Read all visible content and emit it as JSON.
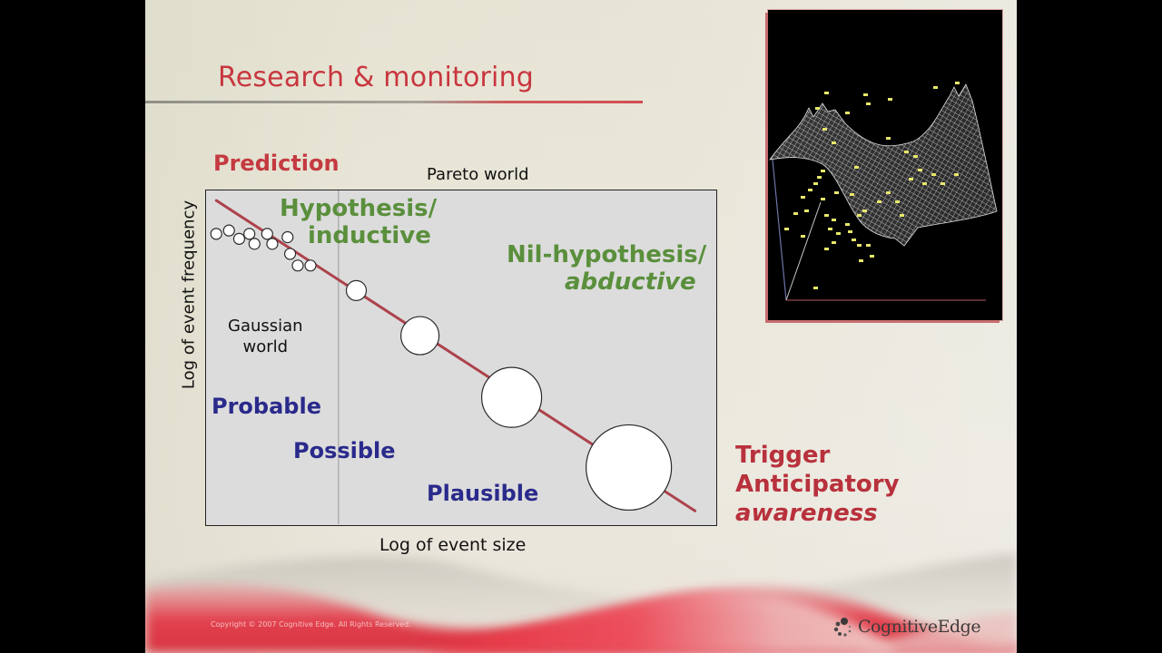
{
  "slide": {
    "title": "Research & monitoring",
    "heading_left": "Prediction",
    "heading_chart": "Pareto world",
    "side_callout": [
      "Trigger",
      "Anticipatory",
      "awareness"
    ],
    "footer": {
      "copyright": "Copyright © 2007 Cognitive Edge. All Rights Reserved.",
      "logo_text": "CognitiveEdge"
    },
    "colors": {
      "title_red": "#c8363f",
      "callout_red": "#b8313c",
      "green": "#5a8f3c",
      "blue": "#2a2a8c",
      "chart_bg": "#dcdcdc",
      "trend_line": "#a8323c"
    }
  },
  "chart_data": {
    "type": "scatter",
    "title": "Pareto world",
    "xlabel": "Log of event size",
    "ylabel": "Log of event frequency",
    "grid": false,
    "divider_x_fraction": 0.26,
    "trend_line": {
      "from": [
        0.02,
        0.97
      ],
      "to": [
        0.96,
        0.04
      ],
      "color": "#a8323c"
    },
    "points": [
      {
        "x": 0.02,
        "y": 0.87,
        "r": 6
      },
      {
        "x": 0.045,
        "y": 0.88,
        "r": 6
      },
      {
        "x": 0.065,
        "y": 0.855,
        "r": 6
      },
      {
        "x": 0.085,
        "y": 0.87,
        "r": 6
      },
      {
        "x": 0.095,
        "y": 0.84,
        "r": 6
      },
      {
        "x": 0.12,
        "y": 0.87,
        "r": 6
      },
      {
        "x": 0.13,
        "y": 0.84,
        "r": 6
      },
      {
        "x": 0.16,
        "y": 0.86,
        "r": 6
      },
      {
        "x": 0.165,
        "y": 0.81,
        "r": 6
      },
      {
        "x": 0.18,
        "y": 0.775,
        "r": 6
      },
      {
        "x": 0.205,
        "y": 0.775,
        "r": 6
      },
      {
        "x": 0.295,
        "y": 0.7,
        "r": 11
      },
      {
        "x": 0.42,
        "y": 0.565,
        "r": 21
      },
      {
        "x": 0.6,
        "y": 0.38,
        "r": 33
      },
      {
        "x": 0.83,
        "y": 0.17,
        "r": 47
      }
    ],
    "region_labels": [
      {
        "id": "hypothesis",
        "lines": [
          "Hypothesis/",
          "inductive"
        ],
        "color": "green"
      },
      {
        "id": "nil-hypothesis",
        "lines": [
          "Nil-hypothesis/",
          "abductive"
        ],
        "color": "green"
      },
      {
        "id": "gaussian",
        "lines": [
          "Gaussian",
          "world"
        ],
        "color": "black"
      },
      {
        "id": "probable",
        "lines": [
          "Probable"
        ],
        "color": "blue"
      },
      {
        "id": "possible",
        "lines": [
          "Possible"
        ],
        "color": "blue"
      },
      {
        "id": "plausible",
        "lines": [
          "Plausible"
        ],
        "color": "blue"
      }
    ]
  },
  "image": {
    "description": "3D wireframe surface with scattered yellow data points on black background"
  }
}
